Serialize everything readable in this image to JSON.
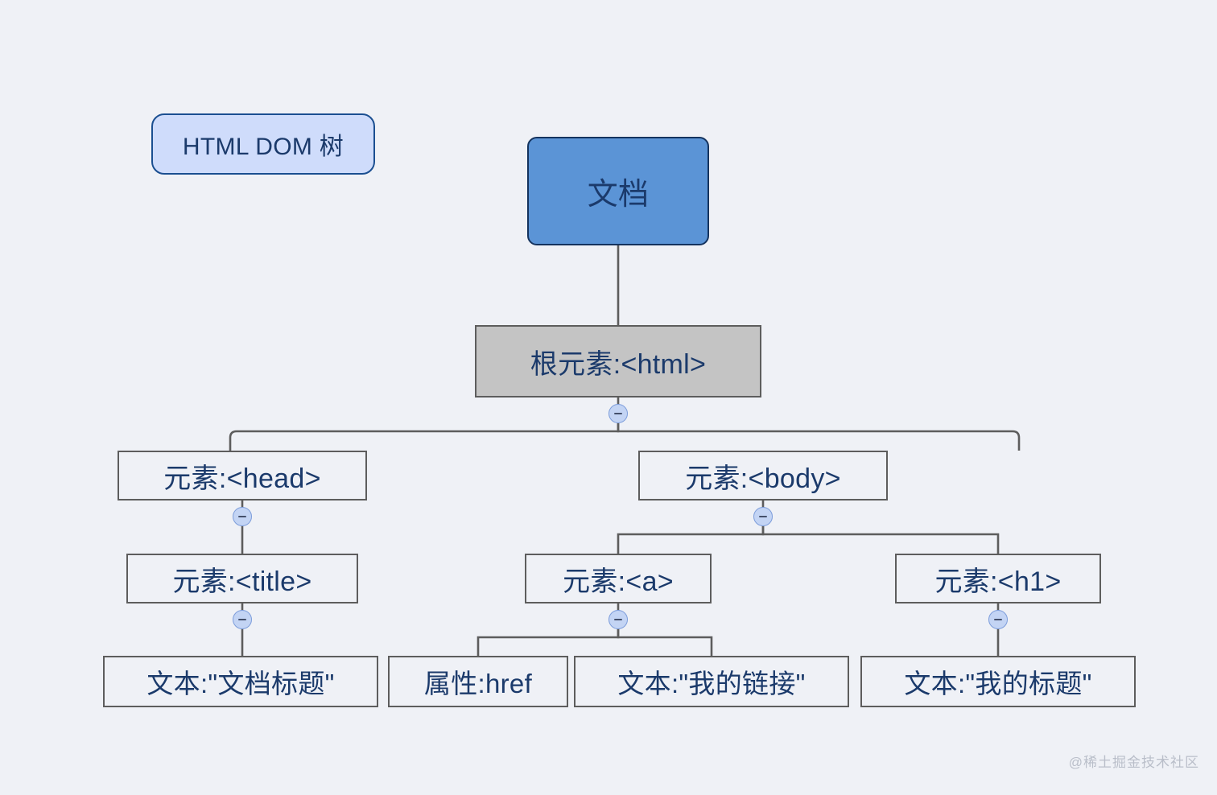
{
  "diagram": {
    "title_chip": "HTML DOM 树",
    "background_color": "#eff1f6",
    "node_text_color": "#1b3a6b",
    "root_fill": "#5b94d6",
    "html_fill": "#c4c4c4",
    "toggle_fill": "#c3d4f4",
    "connector_color": "#5d5d5d"
  },
  "nodes": {
    "root": "文档",
    "html": "根元素:<html>",
    "head": "元素:<head>",
    "body": "元素:<body>",
    "title": "元素:<title>",
    "anchor": "元素:<a>",
    "h1": "元素:<h1>",
    "title_text": "文本:\"文档标题\"",
    "href_attr": "属性:href",
    "link_text": "文本:\"我的链接\"",
    "h1_text": "文本:\"我的标题\""
  },
  "toggles": {
    "glyph": "minus-icon",
    "labels": [
      "collapse-html",
      "collapse-head",
      "collapse-body",
      "collapse-title",
      "collapse-a",
      "collapse-h1"
    ]
  },
  "watermark": "@稀土掘金技术社区"
}
